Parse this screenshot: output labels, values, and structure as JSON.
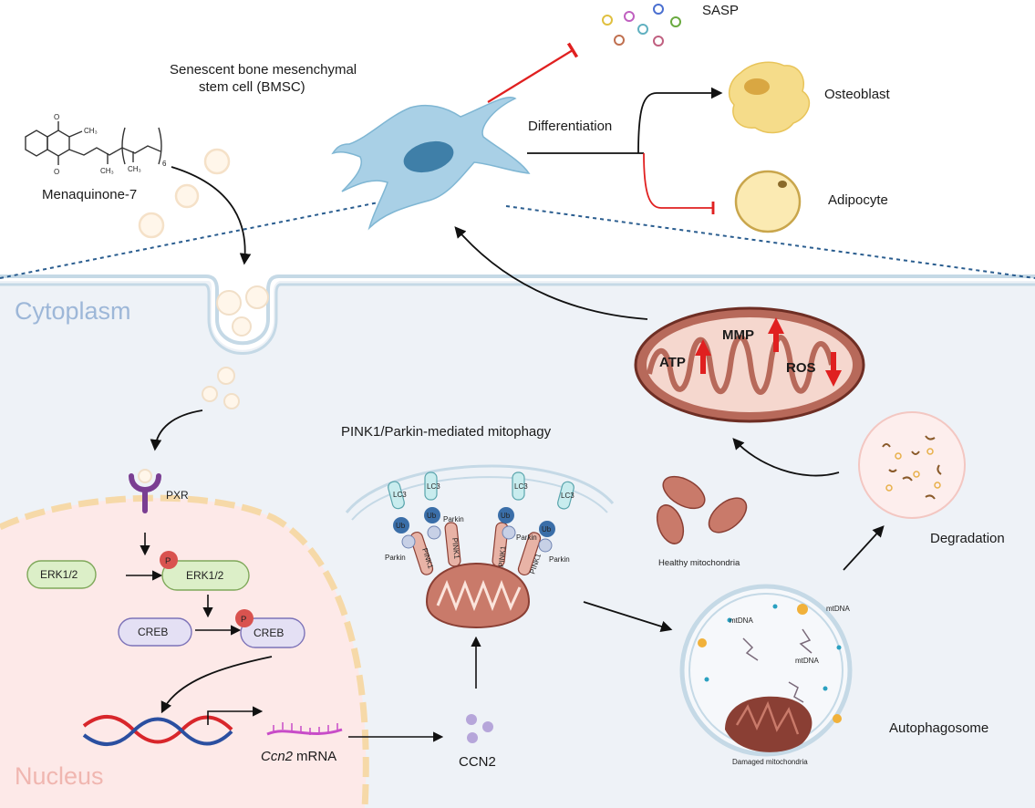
{
  "regions": {
    "cytoplasm": "Cytoplasm",
    "nucleus": "Nucleus"
  },
  "top": {
    "cell_title_line1": "Senescent bone mesenchymal",
    "cell_title_line2": "stem cell (BMSC)",
    "compound": "Menaquinone-7",
    "sasp": "SASP",
    "differentiation": "Differentiation",
    "osteoblast": "Osteoblast",
    "adipocyte": "Adipocyte",
    "structure_subscript": "6"
  },
  "pathway": {
    "pxr": "PXR",
    "erk": "ERK1/2",
    "erk_p": "ERK1/2",
    "creb": "CREB",
    "creb_p": "CREB",
    "phospho": "P",
    "mrna_gene": "Ccn2",
    "mrna_suffix": " mRNA",
    "ccn2": "CCN2"
  },
  "mitophagy": {
    "title": "PINK1/Parkin-mediated mitophagy",
    "lc3": "LC3",
    "ub": "Ub",
    "parkin": "Parkin",
    "pink1": "PINK1",
    "healthy": "Healthy mitochondria",
    "damaged": "Damaged mitochondria",
    "mtdna": "mtDNA",
    "autophagosome": "Autophagosome",
    "degradation": "Degradation",
    "atp": "ATP",
    "mmp": "MMP",
    "ros": "ROS"
  },
  "colors": {
    "cytoplasm_bg": "#eef2f7",
    "nucleus_bg": "#fde9e8",
    "membrane": "#c5d9e6",
    "mitochondria": "#b7695a",
    "inhibit": "#e02020",
    "region_label": "#9db7d8",
    "nucleus_label": "#f0b6b0"
  }
}
